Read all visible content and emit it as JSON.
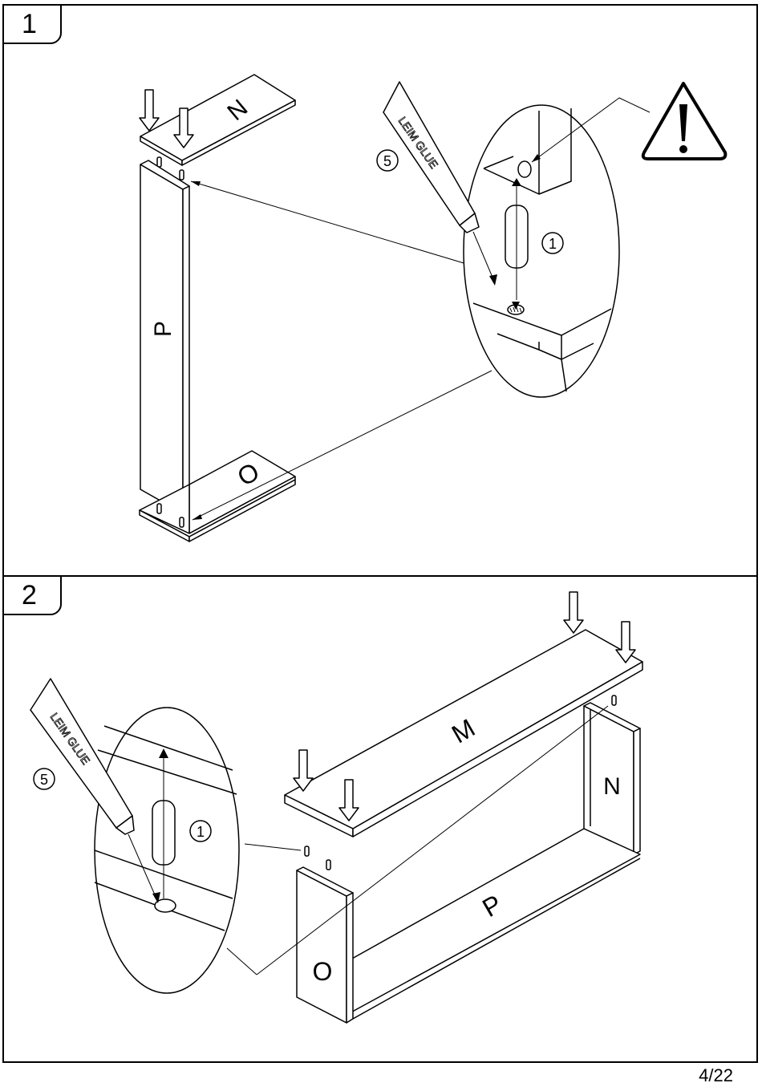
{
  "steps": [
    {
      "number": "1",
      "panel_labels": {
        "top": "N",
        "side": "P",
        "bottom": "O"
      },
      "callouts": {
        "glue": "5",
        "dowel": "1"
      },
      "glue_text": "LEIM GLUE",
      "warning_icon": "warning-triangle-icon"
    },
    {
      "number": "2",
      "panel_labels": {
        "top": "M",
        "right": "N",
        "bottom": "P",
        "left": "O"
      },
      "callouts": {
        "glue": "5",
        "dowel": "1"
      },
      "glue_text": "LEIM GLUE"
    }
  ],
  "page": {
    "number": "4/22"
  }
}
